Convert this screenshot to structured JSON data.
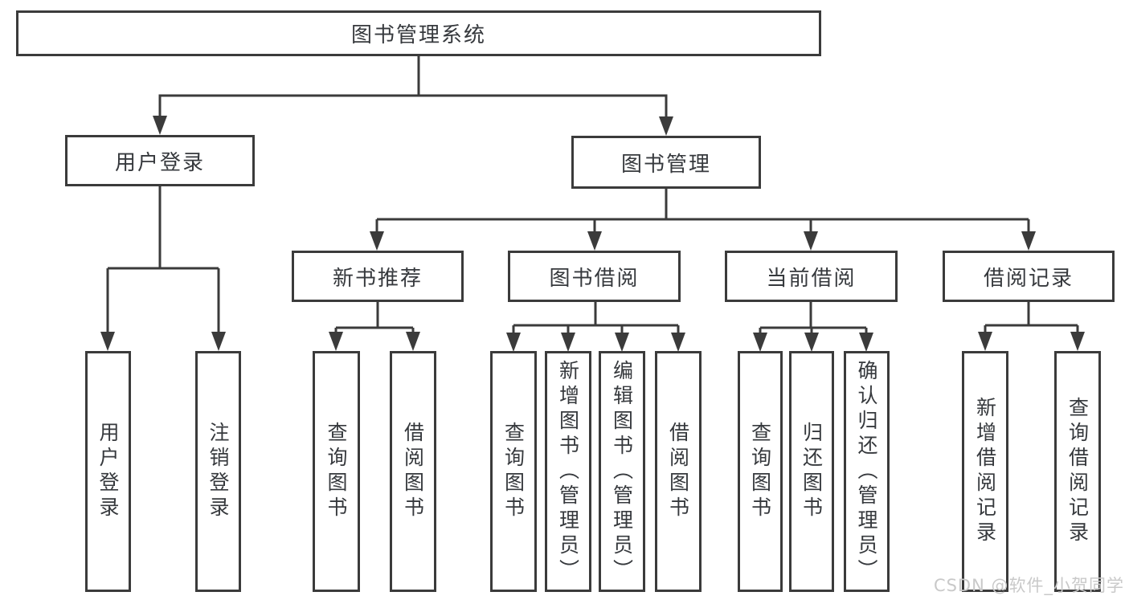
{
  "tree": {
    "root": {
      "label": "图书管理系统"
    },
    "branches": [
      {
        "label": "用户登录",
        "children": [
          {
            "label": "用户登录"
          },
          {
            "label": "注销登录"
          }
        ]
      },
      {
        "label": "图书管理",
        "children": [
          {
            "label": "新书推荐",
            "children": [
              {
                "label": "查询图书"
              },
              {
                "label": "借阅图书"
              }
            ]
          },
          {
            "label": "图书借阅",
            "children": [
              {
                "label": "查询图书"
              },
              {
                "label": "新增图书（管理员）"
              },
              {
                "label": "编辑图书（管理员）"
              },
              {
                "label": "借阅图书"
              }
            ]
          },
          {
            "label": "当前借阅",
            "children": [
              {
                "label": "查询图书"
              },
              {
                "label": "归还图书"
              },
              {
                "label": "确认归还（管理员）"
              }
            ]
          },
          {
            "label": "借阅记录",
            "children": [
              {
                "label": "新增借阅记录"
              },
              {
                "label": "查询借阅记录"
              }
            ]
          }
        ]
      }
    ]
  },
  "watermark": {
    "text": "CSDN @软件_小贺同学"
  },
  "colors": {
    "line": "#3b3b3b",
    "box_border": "#3b3b3b",
    "text": "#36393d",
    "watermark": "#c9c9c9",
    "background": "#ffffff"
  }
}
